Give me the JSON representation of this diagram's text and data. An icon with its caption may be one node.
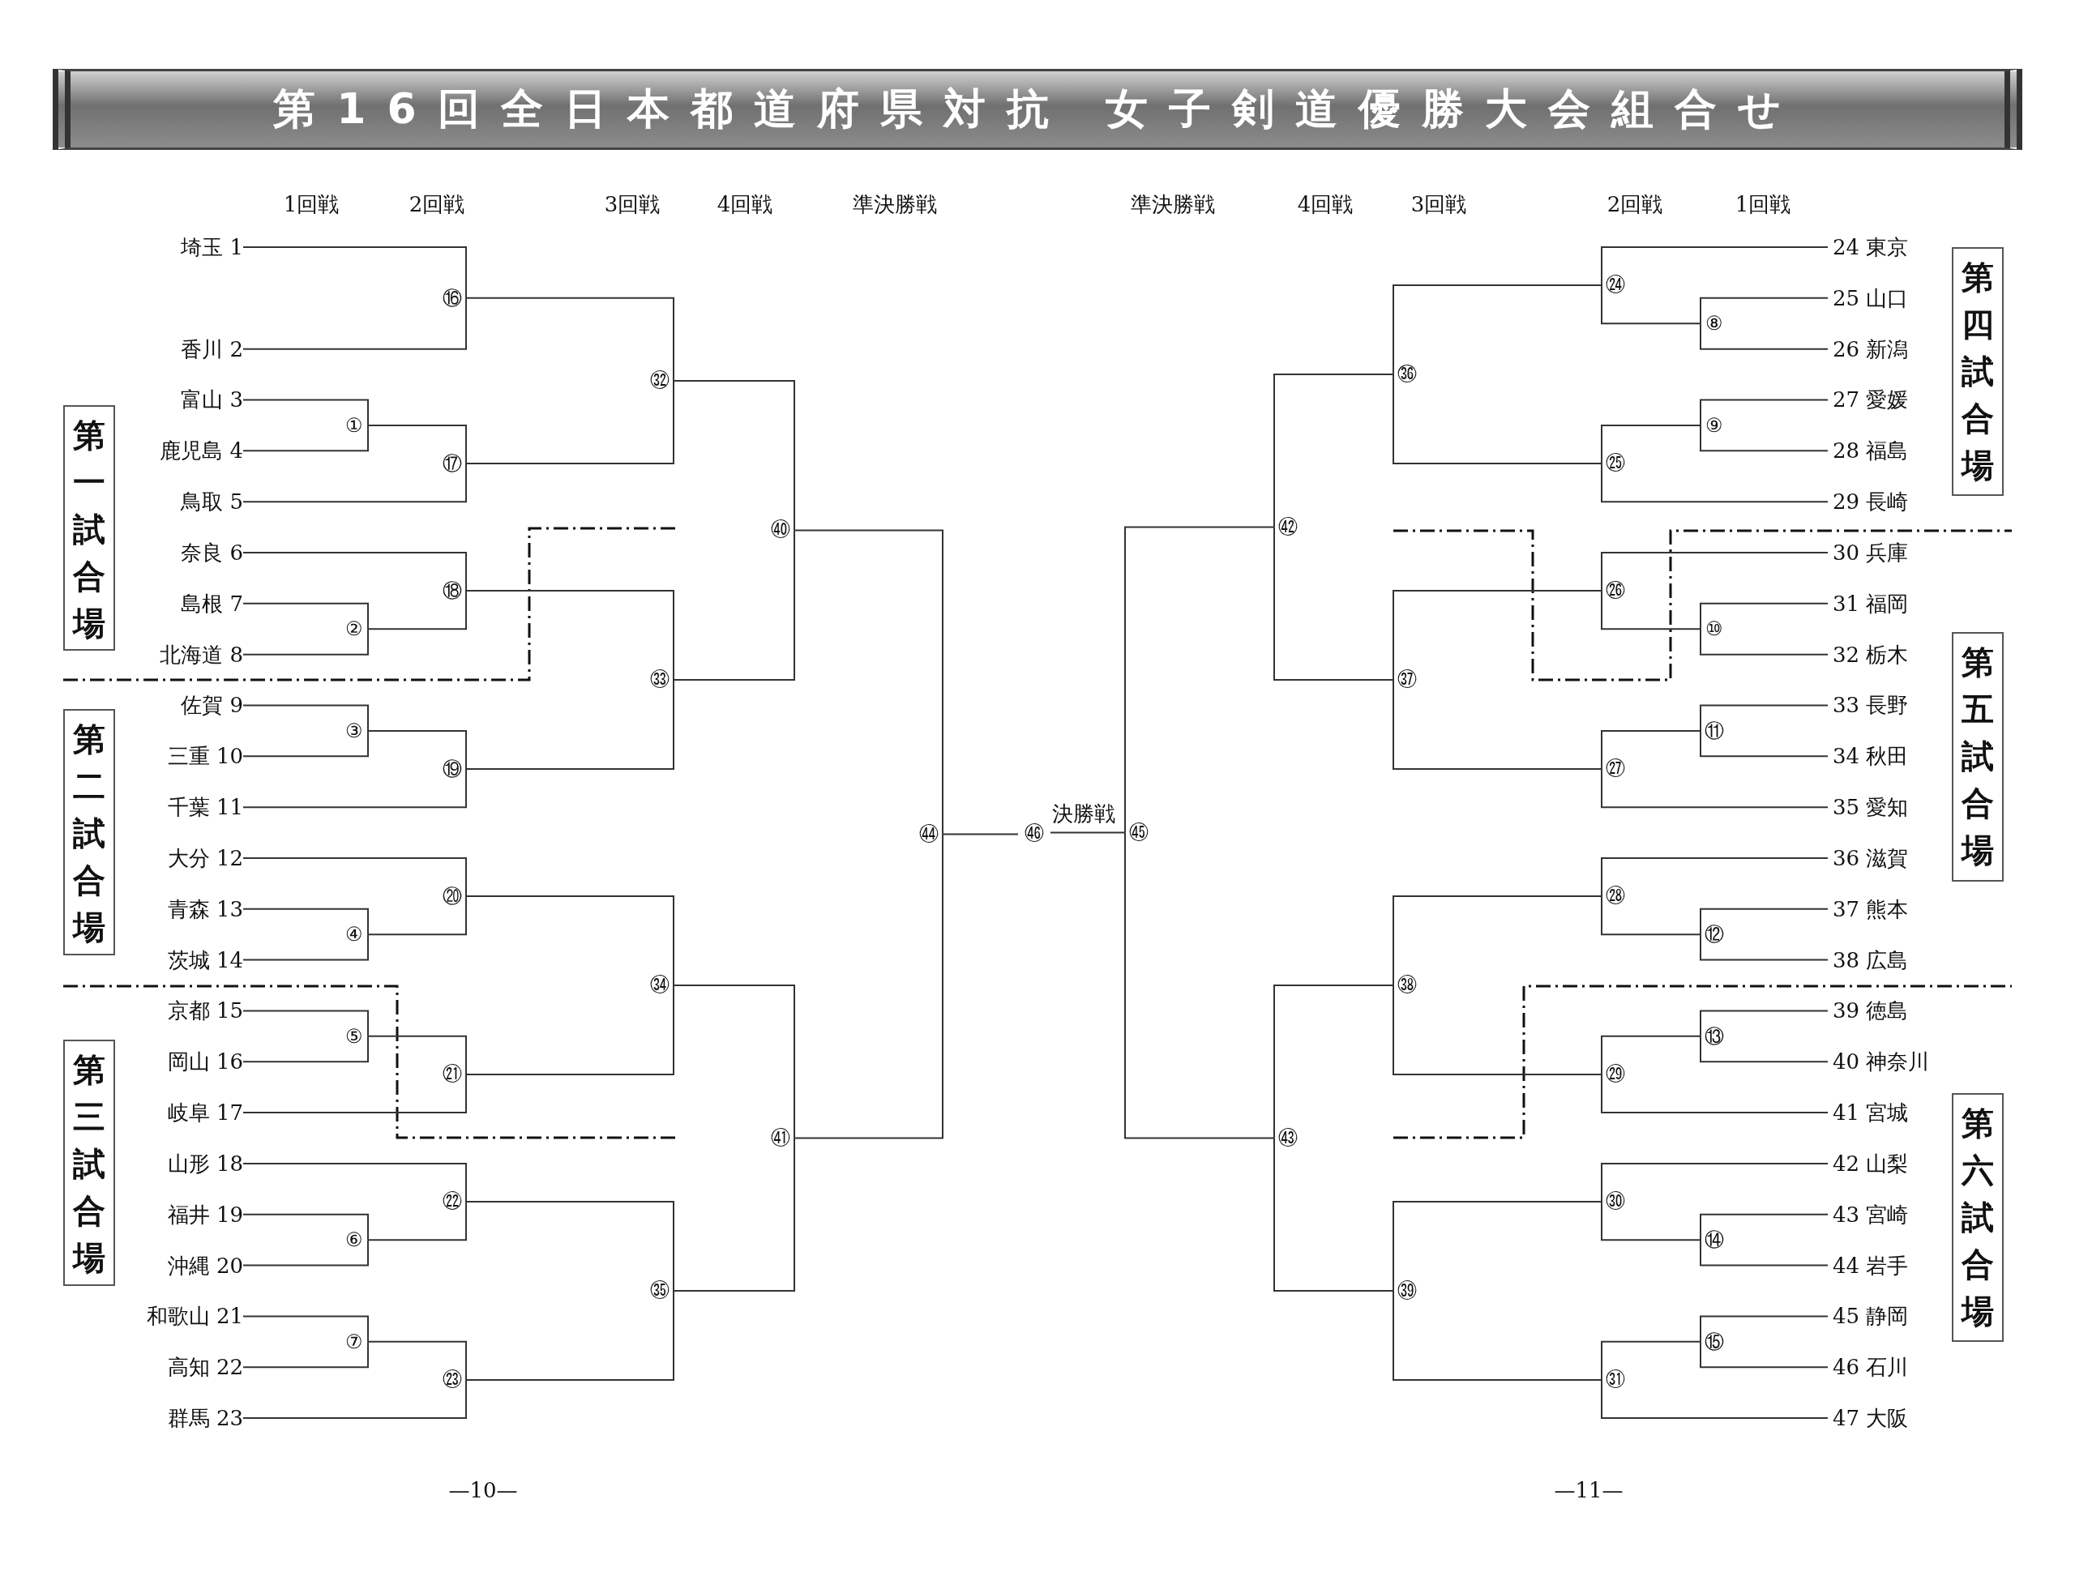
{
  "diagram": {
    "title": "第16回全日本都道府県対抗 女子剣道優勝大会組合せ",
    "nodes": [
      {
        "text": [
          "埼玉 1"
        ]
      },
      {
        "text": [
          "香川 2"
        ]
      },
      {
        "text": [
          "富山 3"
        ]
      },
      {
        "text": [
          "鹿児島 4"
        ]
      },
      {
        "text": [
          "鳥取 5"
        ]
      },
      {
        "text": [
          "奈良 6"
        ]
      },
      {
        "text": [
          "島根 7"
        ]
      },
      {
        "text": [
          "北海道 8"
        ]
      },
      {
        "text": [
          "佐賀 9"
        ]
      },
      {
        "text": [
          "三重 10"
        ]
      },
      {
        "text": [
          "千葉 11"
        ]
      },
      {
        "text": [
          "大分 12"
        ]
      },
      {
        "text": [
          "青森 13"
        ]
      },
      {
        "text": [
          "茨城 14"
        ]
      },
      {
        "text": [
          "京都 15"
        ]
      },
      {
        "text": [
          "岡山 16"
        ]
      },
      {
        "text": [
          "岐阜 17"
        ]
      },
      {
        "text": [
          "山形 18"
        ]
      },
      {
        "text": [
          "福井 19"
        ]
      },
      {
        "text": [
          "沖縄 20"
        ]
      },
      {
        "text": [
          "和歌山 21"
        ]
      },
      {
        "text": [
          "高知 22"
        ]
      },
      {
        "text": [
          "群馬 23"
        ]
      },
      {
        "text": [
          "24 東京"
        ]
      },
      {
        "text": [
          "25 山口"
        ]
      },
      {
        "text": [
          "26 新潟"
        ]
      },
      {
        "text": [
          "27 愛媛"
        ]
      },
      {
        "text": [
          "28 福島"
        ]
      },
      {
        "text": [
          "29 長崎"
        ]
      },
      {
        "text": [
          "30 兵庫"
        ]
      },
      {
        "text": [
          "31 福岡"
        ]
      },
      {
        "text": [
          "32 栃木"
        ]
      },
      {
        "text": [
          "33 長野"
        ]
      },
      {
        "text": [
          "34 秋田"
        ]
      },
      {
        "text": [
          "35 愛知"
        ]
      },
      {
        "text": [
          "36 滋賀"
        ]
      },
      {
        "text": [
          "37 熊本"
        ]
      },
      {
        "text": [
          "38 広島"
        ]
      },
      {
        "text": [
          "39 徳島"
        ]
      },
      {
        "text": [
          "40 神奈川"
        ]
      },
      {
        "text": [
          "41 宮城"
        ]
      },
      {
        "text": [
          "42 山梨"
        ]
      },
      {
        "text": [
          "43 宮崎"
        ]
      },
      {
        "text": [
          "44 岩手"
        ]
      },
      {
        "text": [
          "45 静岡"
        ]
      },
      {
        "text": [
          "46 石川"
        ]
      },
      {
        "text": [
          "47 大阪"
        ]
      },
      {
        "text": [
          "①"
        ]
      },
      {
        "text": [
          "②"
        ]
      },
      {
        "text": [
          "③"
        ]
      },
      {
        "text": [
          "④"
        ]
      },
      {
        "text": [
          "⑤"
        ]
      },
      {
        "text": [
          "⑥"
        ]
      },
      {
        "text": [
          "⑦"
        ]
      },
      {
        "text": [
          "⑧"
        ]
      },
      {
        "text": [
          "⑨"
        ]
      },
      {
        "text": [
          "⑩"
        ]
      },
      {
        "text": [
          "⑪"
        ]
      },
      {
        "text": [
          "⑫"
        ]
      },
      {
        "text": [
          "⑬"
        ]
      },
      {
        "text": [
          "⑭"
        ]
      },
      {
        "text": [
          "⑮"
        ]
      },
      {
        "text": [
          "⑯"
        ]
      },
      {
        "text": [
          "⑰"
        ]
      },
      {
        "text": [
          "⑱"
        ]
      },
      {
        "text": [
          "⑲"
        ]
      },
      {
        "text": [
          "⑳"
        ]
      },
      {
        "text": [
          "㉑"
        ]
      },
      {
        "text": [
          "㉒"
        ]
      },
      {
        "text": [
          "㉓"
        ]
      },
      {
        "text": [
          "㉔"
        ]
      },
      {
        "text": [
          "㉕"
        ]
      },
      {
        "text": [
          "㉖"
        ]
      },
      {
        "text": [
          "㉗"
        ]
      },
      {
        "text": [
          "㉘"
        ]
      },
      {
        "text": [
          "㉙"
        ]
      },
      {
        "text": [
          "㉚"
        ]
      },
      {
        "text": [
          "㉛"
        ]
      },
      {
        "text": [
          "㉜"
        ]
      },
      {
        "text": [
          "㉝"
        ]
      },
      {
        "text": [
          "㉞"
        ]
      },
      {
        "text": [
          "㉟"
        ]
      },
      {
        "text": [
          "㊱"
        ]
      },
      {
        "text": [
          "㊲"
        ]
      },
      {
        "text": [
          "㊳"
        ]
      },
      {
        "text": [
          "㊴"
        ]
      },
      {
        "text": [
          "㊵"
        ]
      },
      {
        "text": [
          "㊶"
        ]
      },
      {
        "text": [
          "㊷"
        ]
      },
      {
        "text": [
          "㊸"
        ]
      },
      {
        "text": [
          "㊹"
        ]
      },
      {
        "text": [
          "㊺"
        ]
      },
      {
        "text": [
          "㊻"
        ]
      },
      {
        "text": [
          "第一試合場"
        ]
      },
      {
        "text": [
          "第二試合場"
        ]
      },
      {
        "text": [
          "第三試合場"
        ]
      },
      {
        "text": [
          "第四試合場"
        ]
      },
      {
        "text": [
          "第五試合場"
        ]
      },
      {
        "text": [
          "第六試合場"
        ]
      }
    ],
    "edges": [
      {
        "from": 2,
        "to": 47,
        "arrow": "none"
      },
      {
        "from": 3,
        "to": 47,
        "arrow": "none"
      },
      {
        "from": 6,
        "to": 48,
        "arrow": "none"
      },
      {
        "from": 7,
        "to": 48,
        "arrow": "none"
      },
      {
        "from": 8,
        "to": 49,
        "arrow": "none"
      },
      {
        "from": 9,
        "to": 49,
        "arrow": "none"
      },
      {
        "from": 12,
        "to": 50,
        "arrow": "none"
      },
      {
        "from": 13,
        "to": 50,
        "arrow": "none"
      },
      {
        "from": 14,
        "to": 51,
        "arrow": "none"
      },
      {
        "from": 15,
        "to": 51,
        "arrow": "none"
      },
      {
        "from": 18,
        "to": 52,
        "arrow": "none"
      },
      {
        "from": 19,
        "to": 52,
        "arrow": "none"
      },
      {
        "from": 20,
        "to": 53,
        "arrow": "none"
      },
      {
        "from": 21,
        "to": 53,
        "arrow": "none"
      },
      {
        "from": 24,
        "to": 54,
        "arrow": "none"
      },
      {
        "from": 25,
        "to": 54,
        "arrow": "none"
      },
      {
        "from": 26,
        "to": 55,
        "arrow": "none"
      },
      {
        "from": 27,
        "to": 55,
        "arrow": "none"
      },
      {
        "from": 30,
        "to": 56,
        "arrow": "none"
      },
      {
        "from": 31,
        "to": 56,
        "arrow": "none"
      },
      {
        "from": 32,
        "to": 57,
        "arrow": "none"
      },
      {
        "from": 33,
        "to": 57,
        "arrow": "none"
      },
      {
        "from": 36,
        "to": 58,
        "arrow": "none"
      },
      {
        "from": 37,
        "to": 58,
        "arrow": "none"
      },
      {
        "from": 38,
        "to": 59,
        "arrow": "none"
      },
      {
        "from": 39,
        "to": 59,
        "arrow": "none"
      },
      {
        "from": 42,
        "to": 60,
        "arrow": "none"
      },
      {
        "from": 43,
        "to": 60,
        "arrow": "none"
      },
      {
        "from": 44,
        "to": 61,
        "arrow": "none"
      },
      {
        "from": 45,
        "to": 61,
        "arrow": "none"
      },
      {
        "from": 0,
        "to": 62,
        "arrow": "none"
      },
      {
        "from": 1,
        "to": 62,
        "arrow": "none"
      },
      {
        "from": 47,
        "to": 63,
        "arrow": "none"
      },
      {
        "from": 4,
        "to": 63,
        "arrow": "none"
      },
      {
        "from": 5,
        "to": 64,
        "arrow": "none"
      },
      {
        "from": 48,
        "to": 64,
        "arrow": "none"
      },
      {
        "from": 49,
        "to": 65,
        "arrow": "none"
      },
      {
        "from": 10,
        "to": 65,
        "arrow": "none"
      },
      {
        "from": 11,
        "to": 66,
        "arrow": "none"
      },
      {
        "from": 50,
        "to": 66,
        "arrow": "none"
      },
      {
        "from": 51,
        "to": 67,
        "arrow": "none"
      },
      {
        "from": 16,
        "to": 67,
        "arrow": "none"
      },
      {
        "from": 17,
        "to": 68,
        "arrow": "none"
      },
      {
        "from": 52,
        "to": 68,
        "arrow": "none"
      },
      {
        "from": 53,
        "to": 69,
        "arrow": "none"
      },
      {
        "from": 22,
        "to": 69,
        "arrow": "none"
      },
      {
        "from": 23,
        "to": 70,
        "arrow": "none"
      },
      {
        "from": 54,
        "to": 70,
        "arrow": "none"
      },
      {
        "from": 55,
        "to": 71,
        "arrow": "none"
      },
      {
        "from": 28,
        "to": 71,
        "arrow": "none"
      },
      {
        "from": 29,
        "to": 72,
        "arrow": "none"
      },
      {
        "from": 56,
        "to": 72,
        "arrow": "none"
      },
      {
        "from": 57,
        "to": 73,
        "arrow": "none"
      },
      {
        "from": 34,
        "to": 73,
        "arrow": "none"
      },
      {
        "from": 35,
        "to": 74,
        "arrow": "none"
      },
      {
        "from": 58,
        "to": 74,
        "arrow": "none"
      },
      {
        "from": 59,
        "to": 75,
        "arrow": "none"
      },
      {
        "from": 40,
        "to": 75,
        "arrow": "none"
      },
      {
        "from": 41,
        "to": 76,
        "arrow": "none"
      },
      {
        "from": 60,
        "to": 76,
        "arrow": "none"
      },
      {
        "from": 61,
        "to": 77,
        "arrow": "none"
      },
      {
        "from": 46,
        "to": 77,
        "arrow": "none"
      },
      {
        "from": 62,
        "to": 78,
        "arrow": "none"
      },
      {
        "from": 63,
        "to": 78,
        "arrow": "none"
      },
      {
        "from": 64,
        "to": 79,
        "arrow": "none"
      },
      {
        "from": 65,
        "to": 79,
        "arrow": "none"
      },
      {
        "from": 66,
        "to": 80,
        "arrow": "none"
      },
      {
        "from": 67,
        "to": 80,
        "arrow": "none"
      },
      {
        "from": 68,
        "to": 81,
        "arrow": "none"
      },
      {
        "from": 69,
        "to": 81,
        "arrow": "none"
      },
      {
        "from": 70,
        "to": 82,
        "arrow": "none"
      },
      {
        "from": 71,
        "to": 82,
        "arrow": "none"
      },
      {
        "from": 72,
        "to": 83,
        "arrow": "none"
      },
      {
        "from": 73,
        "to": 83,
        "arrow": "none"
      },
      {
        "from": 74,
        "to": 84,
        "arrow": "none"
      },
      {
        "from": 75,
        "to": 84,
        "arrow": "none"
      },
      {
        "from": 76,
        "to": 85,
        "arrow": "none"
      },
      {
        "from": 77,
        "to": 85,
        "arrow": "none"
      },
      {
        "from": 78,
        "to": 86,
        "arrow": "none"
      },
      {
        "from": 79,
        "to": 86,
        "arrow": "none"
      },
      {
        "from": 80,
        "to": 87,
        "arrow": "none"
      },
      {
        "from": 81,
        "to": 87,
        "arrow": "none"
      },
      {
        "from": 82,
        "to": 88,
        "arrow": "none"
      },
      {
        "from": 83,
        "to": 88,
        "arrow": "none"
      },
      {
        "from": 84,
        "to": 89,
        "arrow": "none"
      },
      {
        "from": 85,
        "to": 89,
        "arrow": "none"
      },
      {
        "from": 86,
        "to": 90,
        "arrow": "none"
      },
      {
        "from": 87,
        "to": 90,
        "arrow": "none"
      },
      {
        "from": 88,
        "to": 91,
        "arrow": "none"
      },
      {
        "from": 89,
        "to": 91,
        "arrow": "none"
      },
      {
        "from": 90,
        "to": 92,
        "arrow": "none"
      },
      {
        "from": 91,
        "to": 92,
        "arrow": "none"
      }
    ],
    "labels": [
      "1回戦",
      "2回戦",
      "3回戦",
      "4回戦",
      "準決勝戦",
      "準決勝戦",
      "4回戦",
      "3回戦",
      "2回戦",
      "1回戦",
      "決勝戦",
      "—10—",
      "—11—"
    ]
  }
}
